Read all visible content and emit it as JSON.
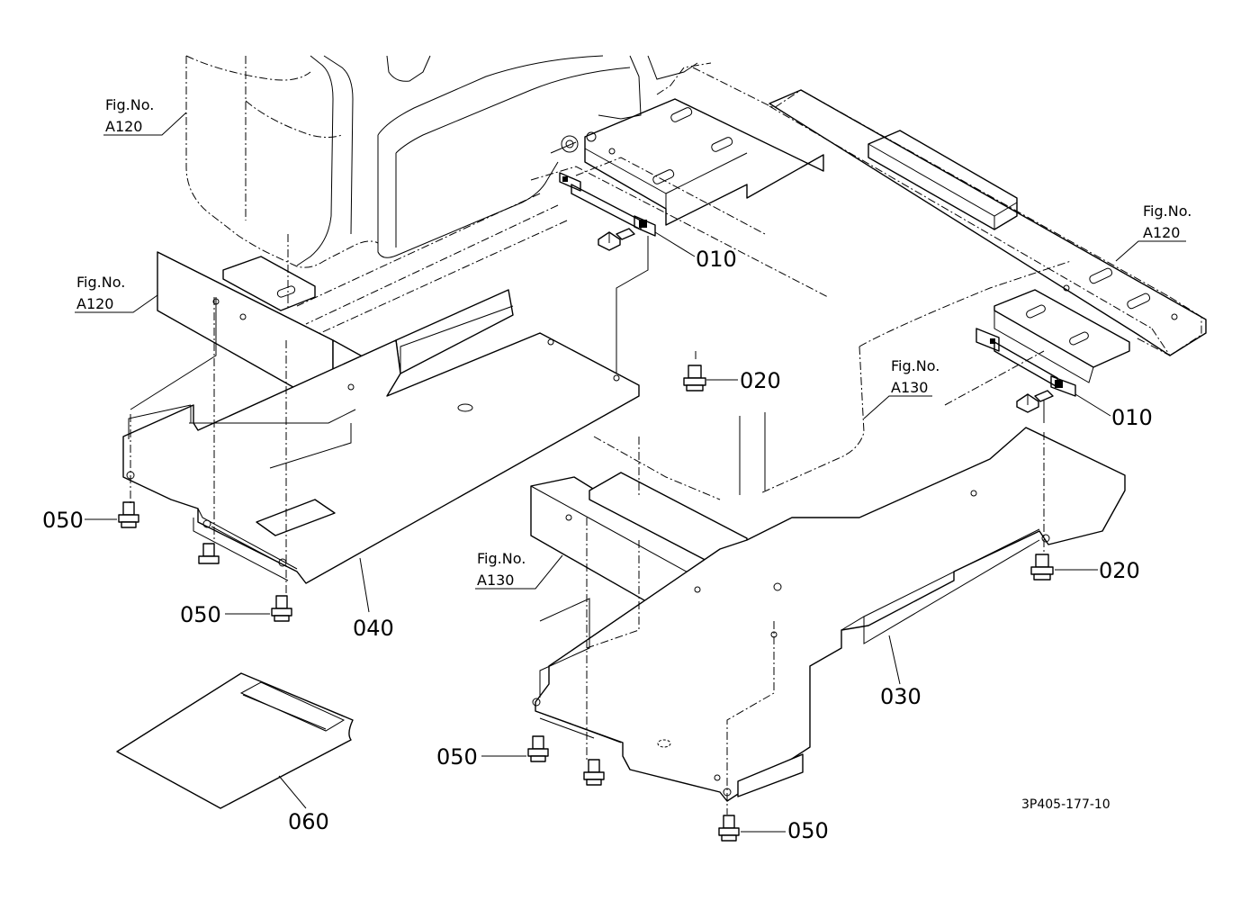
{
  "drawing_code": "3P405-177-10",
  "fig_refs": [
    {
      "line1": "Fig.No.",
      "line2": "A120"
    },
    {
      "line1": "Fig.No.",
      "line2": "A120"
    },
    {
      "line1": "Fig.No.",
      "line2": "A120"
    },
    {
      "line1": "Fig.No.",
      "line2": "A130"
    },
    {
      "line1": "Fig.No.",
      "line2": "A130"
    }
  ],
  "parts": [
    {
      "number": "010"
    },
    {
      "number": "010"
    },
    {
      "number": "020"
    },
    {
      "number": "020"
    },
    {
      "number": "030"
    },
    {
      "number": "040"
    },
    {
      "number": "050"
    },
    {
      "number": "050"
    },
    {
      "number": "050"
    },
    {
      "number": "050"
    },
    {
      "number": "060"
    }
  ]
}
